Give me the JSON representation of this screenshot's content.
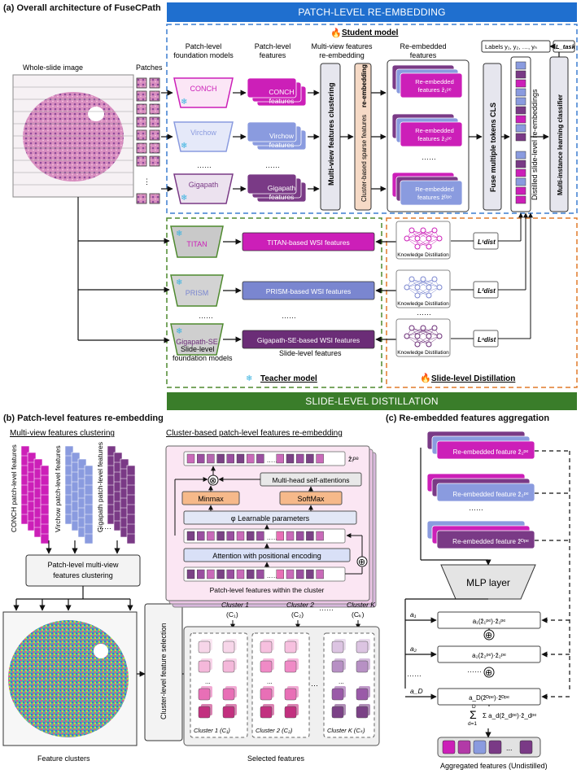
{
  "section_a": {
    "title": "(a) Overall architecture of FuseCPath",
    "banner_top": "PATCH-LEVEL RE-EMBEDDING",
    "banner_bottom": "SLIDE-LEVEL DISTILLATION",
    "wsi_label": "Whole-slide image",
    "patches_label": "Patches",
    "student_model": "Student model",
    "teacher_model": "Teacher model",
    "slide_distillation": "Slide-level Distillation",
    "col_headers": {
      "patch_models": [
        "Patch-level",
        "foundation models"
      ],
      "patch_features": [
        "Patch-level",
        "features"
      ],
      "multiview": [
        "Multi-view features",
        "re-embedding"
      ],
      "reembedded": [
        "Re-embedded",
        "features"
      ]
    },
    "patch_models": [
      {
        "name": "CONCH",
        "feat": "CONCH",
        "color": "#cc1fb8"
      },
      {
        "name": "Virchow",
        "feat": "Virchow",
        "color": "#8a9bdf"
      },
      {
        "name": "Gigapath",
        "feat": "Gigapath",
        "color": "#7a3a86"
      }
    ],
    "features_word": "features",
    "clustering_label": "Multi-view features clustering",
    "cluster_sparse_label": "Cluster-based sparse features",
    "reembedding_word": "re-embedding",
    "reembedded_feats": [
      "Re-embedded features ẑ₁ᵖᵉ",
      "Re-embedded features ẑ₂ᵖᵉ",
      "Re-embedded features ẑᴰᵖᵉ"
    ],
    "fuse_label": "Fuse multiple tokens CLS",
    "distilled_label": "Distilled slide-level re-embeddings",
    "mil_label": "Multi-instance learning classifier",
    "labels_box": "Labels y₁, y₂, …, yₙ",
    "l_task": "L_task",
    "slide_models": [
      {
        "name": "TITAN",
        "wsi": "TITAN-based WSI features",
        "color": "#cc1fb8",
        "loss": "L¹dist"
      },
      {
        "name": "PRISM",
        "wsi": "PRISM-based WSI features",
        "color": "#7a86d0",
        "loss": "L²dist"
      },
      {
        "name": "Gigapath-SE",
        "wsi": "Gigapath-SE-based WSI features",
        "color": "#6b2d77",
        "loss": "Lⁿdist"
      }
    ],
    "kd_label": "Knowledge Distillation",
    "slide_models_caption": [
      "Slide-level",
      "foundation models"
    ],
    "slide_features_caption": "Slide-level features",
    "ellipsis": "……"
  },
  "section_b": {
    "title": "(b) Patch-level features re-embedding",
    "multiview_title": "Multi-view features clustering",
    "cluster_title": "Cluster-based patch-level features re-embedding",
    "patch_feature_labels": [
      "CONCH patch-level features",
      "Virchow patch-level features",
      "Gigapath patch-level features"
    ],
    "clustering_box": [
      "Patch-level multi-view",
      "features clustering"
    ],
    "feature_clusters": "Feature clusters",
    "selection_label": "Cluster-level feature selection",
    "selected_features": "Selected features",
    "multi_head": "Multi-head self-attentions",
    "minmax": "Minmax",
    "softmax": "SoftMax",
    "learnable": "φ  Learnable parameters",
    "attention_pe": "Attention with positional encoding",
    "within_cluster": "Patch-level features within the cluster",
    "z_label": "ẑᵢᵖᵉ",
    "clusters": [
      {
        "name": "Cluster 1",
        "sym": "(C₁)",
        "box": "Cluster 1 (C₁)"
      },
      {
        "name": "Cluster 2",
        "sym": "(C₂)",
        "box": "Cluster 2 (C₂)"
      },
      {
        "name": "Cluster K",
        "sym": "(Cₖ)",
        "box": "Cluster K (Cₖ)"
      }
    ]
  },
  "section_c": {
    "title": "(c) Re-embedded features aggregation",
    "features": [
      "Re-embedded feature ẑ₁ᵖᵉ",
      "Re-embedded feature ẑ₂ᵖᵉ",
      "Re-embedded feature ẑᴰᵖᵉ"
    ],
    "mlp": "MLP layer",
    "weights": [
      "a₁",
      "a₂",
      "a_D"
    ],
    "weight_boxes": [
      "a₁(ẑ₁ᵖᵉ)·ẑ₁ᵖᵉ",
      "a₂(ẑ₂ᵖᵉ)·ẑ₂ᵖᵉ",
      "a_D(ẑᴰᵖᵉ)·ẑᴰᵖᵉ"
    ],
    "sum_formula": "Σ a_d(ẑ_dᵖᵉ)·ẑ_dᵖᵉ",
    "sum_limits": [
      "D",
      "d=1"
    ],
    "aggregated": "Aggregated features (Undistilled)"
  },
  "colors": {
    "banner": "#1f6fcf",
    "banner_bottom": "#3a7d2a",
    "magenta": "#cc1fb8",
    "lavender": "#8a9bdf",
    "purple": "#7a3a86",
    "orange_dash": "#e07a2a",
    "green_dash": "#4e8a2e",
    "blue_dash": "#3d7fd0"
  }
}
